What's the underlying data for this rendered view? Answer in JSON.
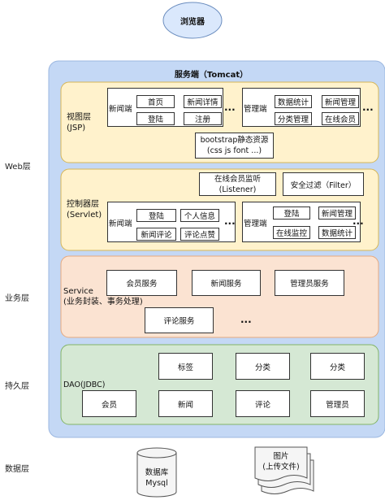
{
  "browser": "浏览器",
  "server_title": "服务端（Tomcat）",
  "layers": {
    "web": "Web层",
    "business": "业务层",
    "persistence": "持久层",
    "data": "数据层"
  },
  "view": {
    "label1": "视图层",
    "label2": "(JSP)",
    "news_group": {
      "label": "新闻端",
      "items": [
        "首页",
        "新闻详情",
        "登陆",
        "注册"
      ],
      "more": "..."
    },
    "admin_group": {
      "label": "管理端",
      "items": [
        "数据统计",
        "新闻管理",
        "分类管理",
        "在线会员"
      ],
      "more": "..."
    },
    "bootstrap_line1": "bootstrap静态资源",
    "bootstrap_line2": "(css js font ...)"
  },
  "controller": {
    "label1": "控制器层",
    "label2": "(Servlet)",
    "listener_line1": "在线会员监听",
    "listener_line2": "(Listener)",
    "filter": "安全过滤（Filter）",
    "news_group": {
      "label": "新闻端",
      "items": [
        "登陆",
        "个人信息",
        "新闻评论",
        "评论点赞"
      ],
      "more": "..."
    },
    "admin_group": {
      "label": "管理端",
      "items": [
        "登陆",
        "新闻管理",
        "在线监控",
        "数据统计"
      ],
      "more": "..."
    }
  },
  "service": {
    "label1": "Service",
    "label2": "(业务封装、事务处理)",
    "items": [
      "会员服务",
      "新闻服务",
      "管理员服务",
      "评论服务"
    ],
    "more": "..."
  },
  "dao": {
    "label": "DAO(JDBC)",
    "top": [
      "标签",
      "分类",
      "分类"
    ],
    "bottom": [
      "会员",
      "新闻",
      "评论",
      "管理员"
    ]
  },
  "data": {
    "db_line1": "数据库",
    "db_line2": "Mysql",
    "files_line1": "图片",
    "files_line2": "(上传文件)"
  }
}
